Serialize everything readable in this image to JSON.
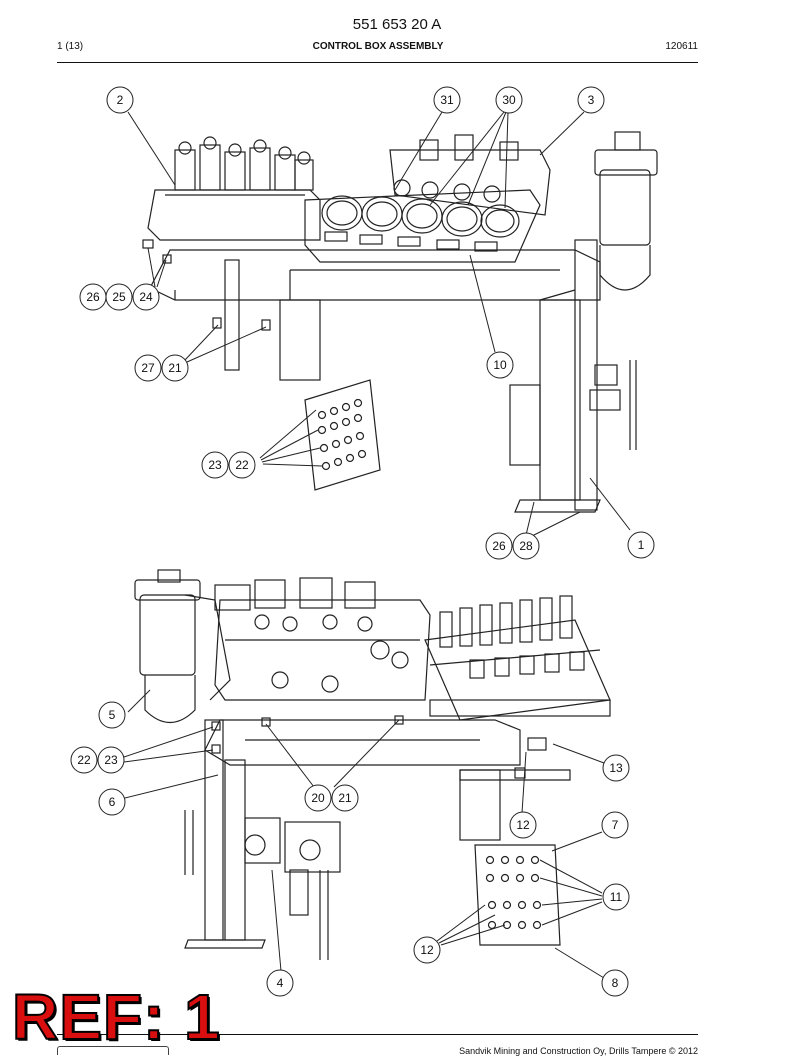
{
  "header": {
    "part_number": "551 653 20 A",
    "page": "1 (13)",
    "title": "CONTROL BOX ASSEMBLY",
    "date_code": "120611"
  },
  "callouts_top": [
    "2",
    "31",
    "30",
    "3",
    "26",
    "25",
    "24",
    "27",
    "21",
    "10",
    "23",
    "22",
    "26",
    "28",
    "1"
  ],
  "callouts_bottom": [
    "5",
    "22",
    "23",
    "13",
    "6",
    "20",
    "21",
    "12",
    "7",
    "11",
    "12",
    "4",
    "8"
  ],
  "stamp": "REF: 1",
  "footer": "Sandvik Mining and Construction Oy, Drills Tampere © 2012"
}
